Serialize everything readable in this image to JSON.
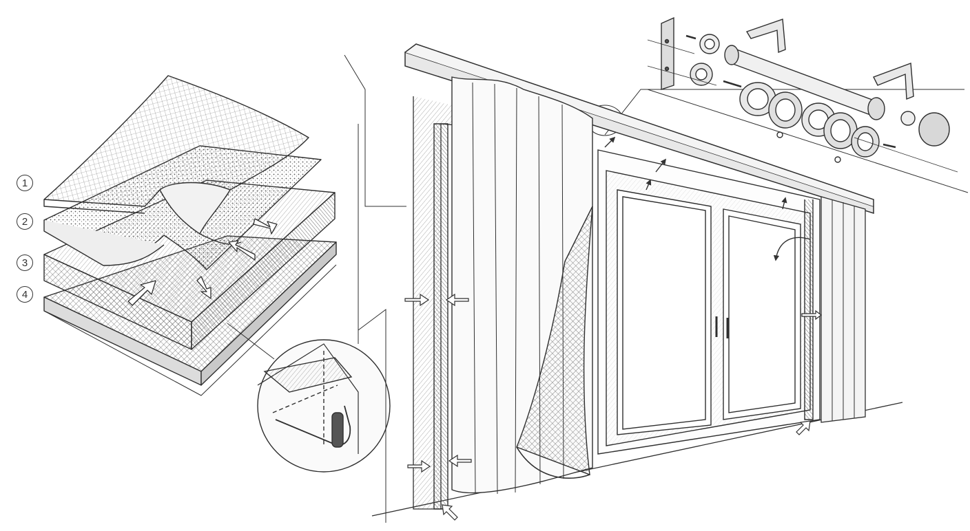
{
  "diagram": {
    "style": "pencil-sketch",
    "ink_color": "#2f2f2f",
    "paper_color": "#ffffff",
    "layer_labels": [
      "1",
      "2",
      "3",
      "4"
    ],
    "components": [
      "layered-curtain-fabric",
      "hem-weight-detail",
      "curtain-track",
      "thermal-curtain-panel",
      "gathered-curtain-right",
      "french-door",
      "curtain-rod-hardware-kit"
    ]
  }
}
